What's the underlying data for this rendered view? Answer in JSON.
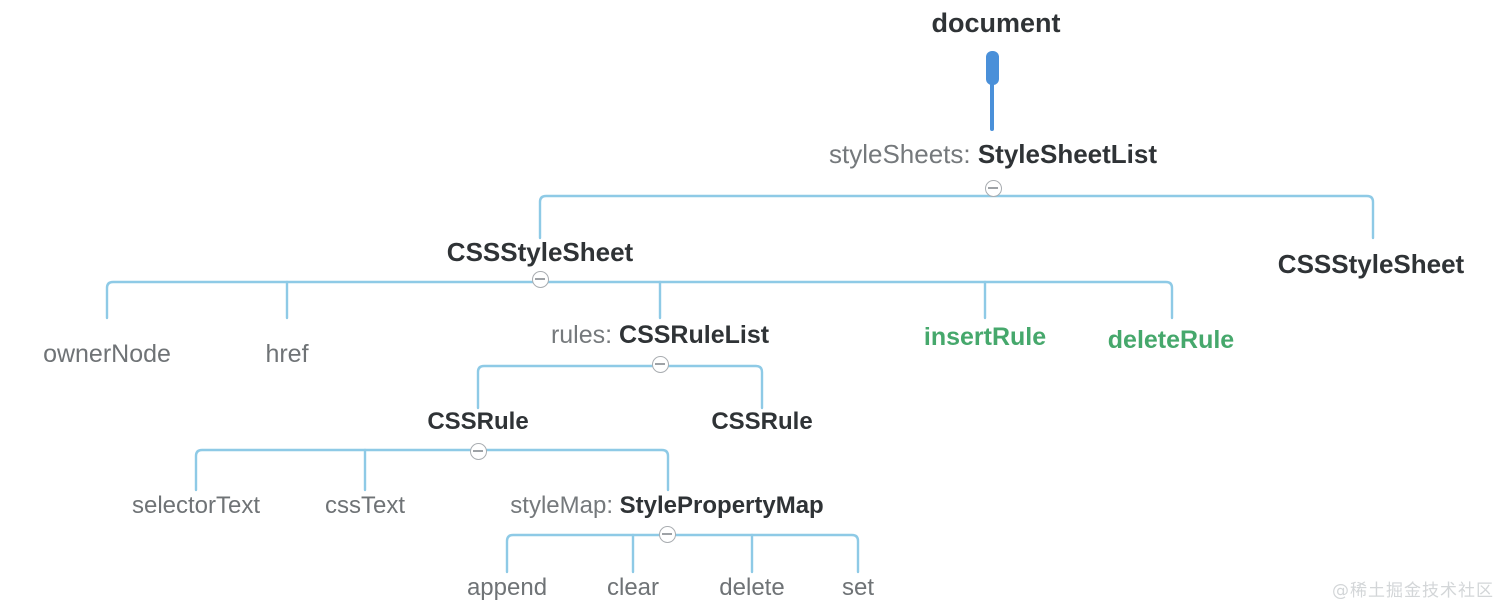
{
  "diagram": {
    "title": "document",
    "line_color": "#8ecae6",
    "accent_blue": "#4a90d9",
    "method_green": "#46a86c",
    "prop_gray": "#75797c",
    "type_dark": "#2f3336",
    "collapse_icon": "minus-circle-icon"
  },
  "nodes": {
    "document": {
      "label": "document"
    },
    "styleSheets": {
      "prop": "styleSheets: ",
      "type": "StyleSheetList"
    },
    "cssStyleSheet1": {
      "label": "CSSStyleSheet"
    },
    "cssStyleSheet2": {
      "label": "CSSStyleSheet"
    },
    "ownerNode": {
      "label": "ownerNode"
    },
    "href": {
      "label": "href"
    },
    "rules": {
      "prop": "rules: ",
      "type": "CSSRuleList"
    },
    "insertRule": {
      "label": "insertRule"
    },
    "deleteRule": {
      "label": "deleteRule"
    },
    "cssRule1": {
      "label": "CSSRule"
    },
    "cssRule2": {
      "label": "CSSRule"
    },
    "selectorText": {
      "label": "selectorText"
    },
    "cssText": {
      "label": "cssText"
    },
    "styleMap": {
      "prop": "styleMap: ",
      "type": "StylePropertyMap"
    },
    "append": {
      "label": "append"
    },
    "clear": {
      "label": "clear"
    },
    "delete": {
      "label": "delete"
    },
    "set": {
      "label": "set"
    }
  },
  "watermark": {
    "text": "@稀土掘金技术社区"
  }
}
